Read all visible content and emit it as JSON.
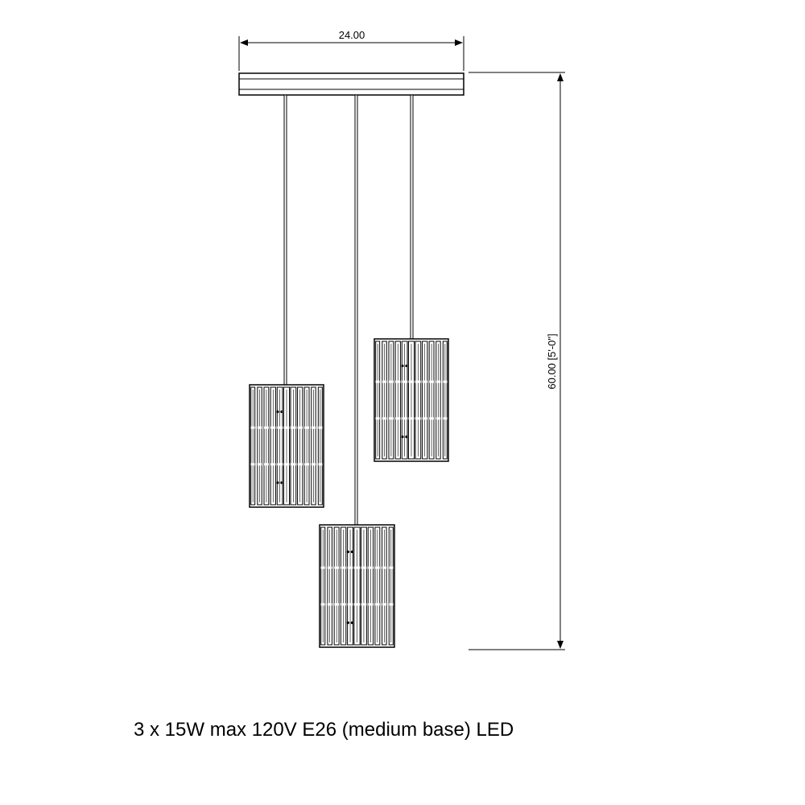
{
  "dimensions": {
    "width_label": "24.00",
    "height_label": "60.00 [5'-0\"]"
  },
  "fixture": {
    "pendant_count": 3,
    "slats_per_shade": 11
  },
  "spec_text": "3 x 15W max 120V E26 (medium base) LED"
}
